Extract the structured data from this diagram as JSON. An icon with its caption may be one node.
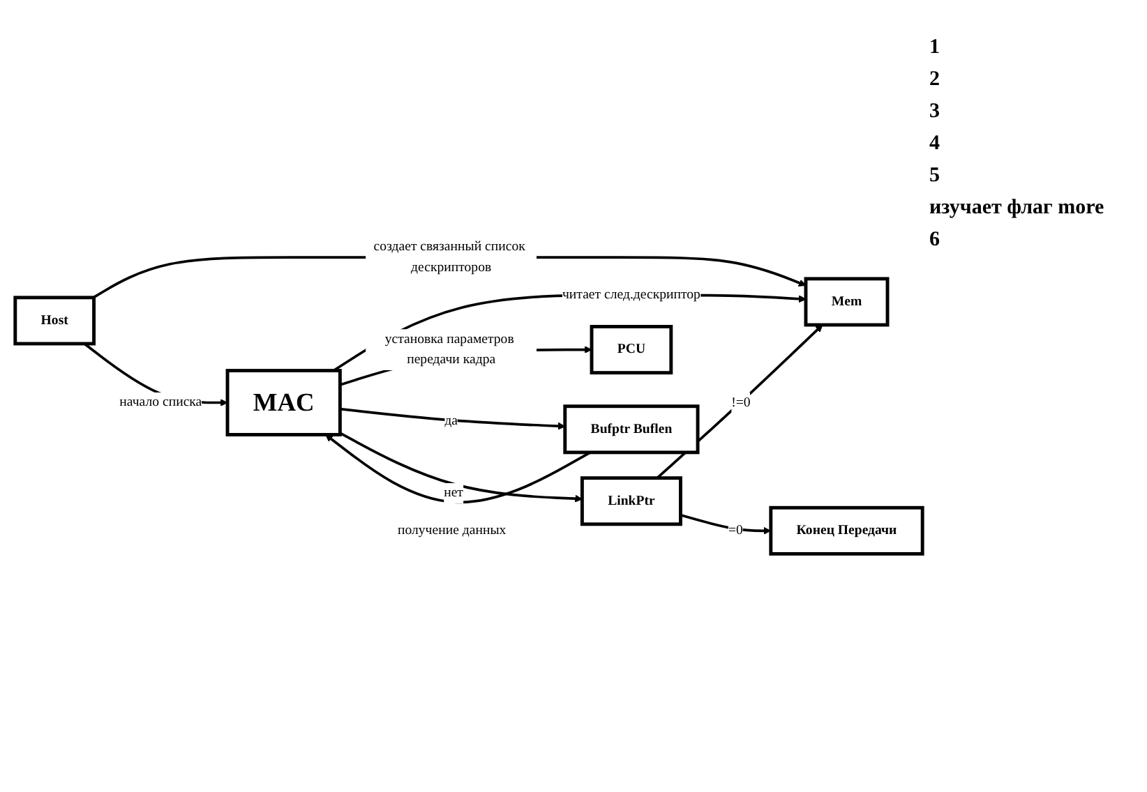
{
  "diagram": {
    "nodes": [
      {
        "text": [
          "Host"
        ]
      },
      {
        "text": [
          "Mem"
        ]
      },
      {
        "text": [
          "MAC"
        ]
      },
      {
        "text": [
          "PCU"
        ]
      },
      {
        "text": [
          "Bufptr Buflen"
        ]
      },
      {
        "text": [
          "LinkPtr"
        ]
      },
      {
        "text": [
          "Конец Передачи"
        ]
      }
    ],
    "edges": [
      {
        "from": 0,
        "to": 1,
        "arrow": "to",
        "label": "создает связанный список дескрипторов"
      },
      {
        "from": 0,
        "to": 2,
        "arrow": "to",
        "label": "начало списка"
      },
      {
        "from": 2,
        "to": 1,
        "arrow": "to",
        "label": "читает след.дескриптор"
      },
      {
        "from": 2,
        "to": 3,
        "arrow": "to",
        "label": "установка параметров передачи кадра"
      },
      {
        "from": 4,
        "to": 2,
        "arrow": "to",
        "label": "получение данных"
      },
      {
        "from": 2,
        "to": 4,
        "arrow": "to",
        "label": "да"
      },
      {
        "from": 2,
        "to": 5,
        "arrow": "to",
        "label": "нет"
      },
      {
        "from": 5,
        "to": 1,
        "arrow": "to",
        "label": "!=0"
      },
      {
        "from": 5,
        "to": 6,
        "arrow": "to",
        "label": "=0"
      }
    ],
    "labels": [
      "1",
      "2",
      "3",
      "4",
      "5",
      "изучает флаг more",
      "6"
    ]
  }
}
